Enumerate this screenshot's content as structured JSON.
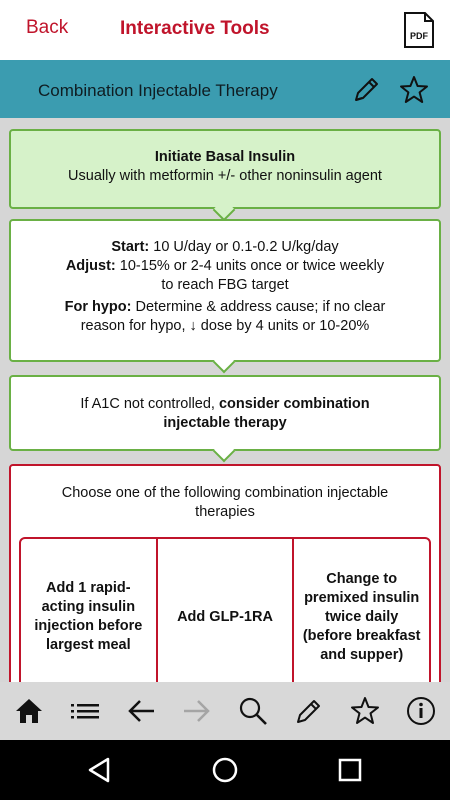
{
  "header": {
    "back_label": "Back",
    "title": "Interactive Tools",
    "pdf_label": "PDF"
  },
  "subheader": {
    "title": "Combination Injectable Therapy"
  },
  "flow": {
    "step1": {
      "title": "Initiate Basal Insulin",
      "text": "Usually with metformin +/- other noninsulin agent"
    },
    "step2": {
      "start_label": "Start:",
      "start_text": " 10 U/day or 0.1-0.2 U/kg/day",
      "adjust_label": "Adjust:",
      "adjust_text": " 10-15% or 2-4 units once or twice weekly to reach FBG target",
      "hypo_label": "For hypo:",
      "hypo_text": " Determine & address cause; if no clear reason for hypo, ↓ dose by 4 units or 10-20%"
    },
    "step3": {
      "text": "If A1C not controlled, ",
      "bold": "consider combination injectable therapy"
    },
    "step4": {
      "text": "Choose one of the following combination injectable therapies",
      "options": [
        "Add 1 rapid-acting insulin injection before largest meal",
        "Add GLP-1RA",
        "Change to premixed insulin twice daily (before breakfast and supper)"
      ]
    }
  },
  "colors": {
    "accent": "#c0142b",
    "header_bg": "#3b9cb0",
    "border_green": "#6ab045",
    "highlight_bg": "#d6f2c9"
  },
  "icons": [
    "home-icon",
    "list-icon",
    "arrow-back-icon",
    "arrow-forward-icon",
    "search-icon",
    "pencil-icon",
    "star-icon",
    "info-icon",
    "android-back-icon",
    "android-home-icon",
    "android-recents-icon"
  ]
}
